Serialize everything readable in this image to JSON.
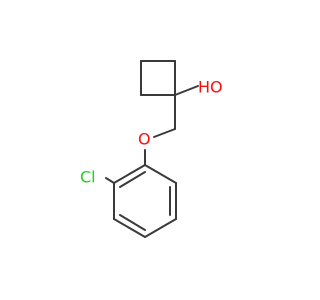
{
  "molecule": {
    "atoms": {
      "hydroxyl": "HO",
      "ether_oxygen": "O",
      "chlorine": "Cl"
    },
    "colors": {
      "bond": "#3a3a3a",
      "oxygen": "#ff0d0d",
      "chlorine": "#1fd01f"
    }
  }
}
